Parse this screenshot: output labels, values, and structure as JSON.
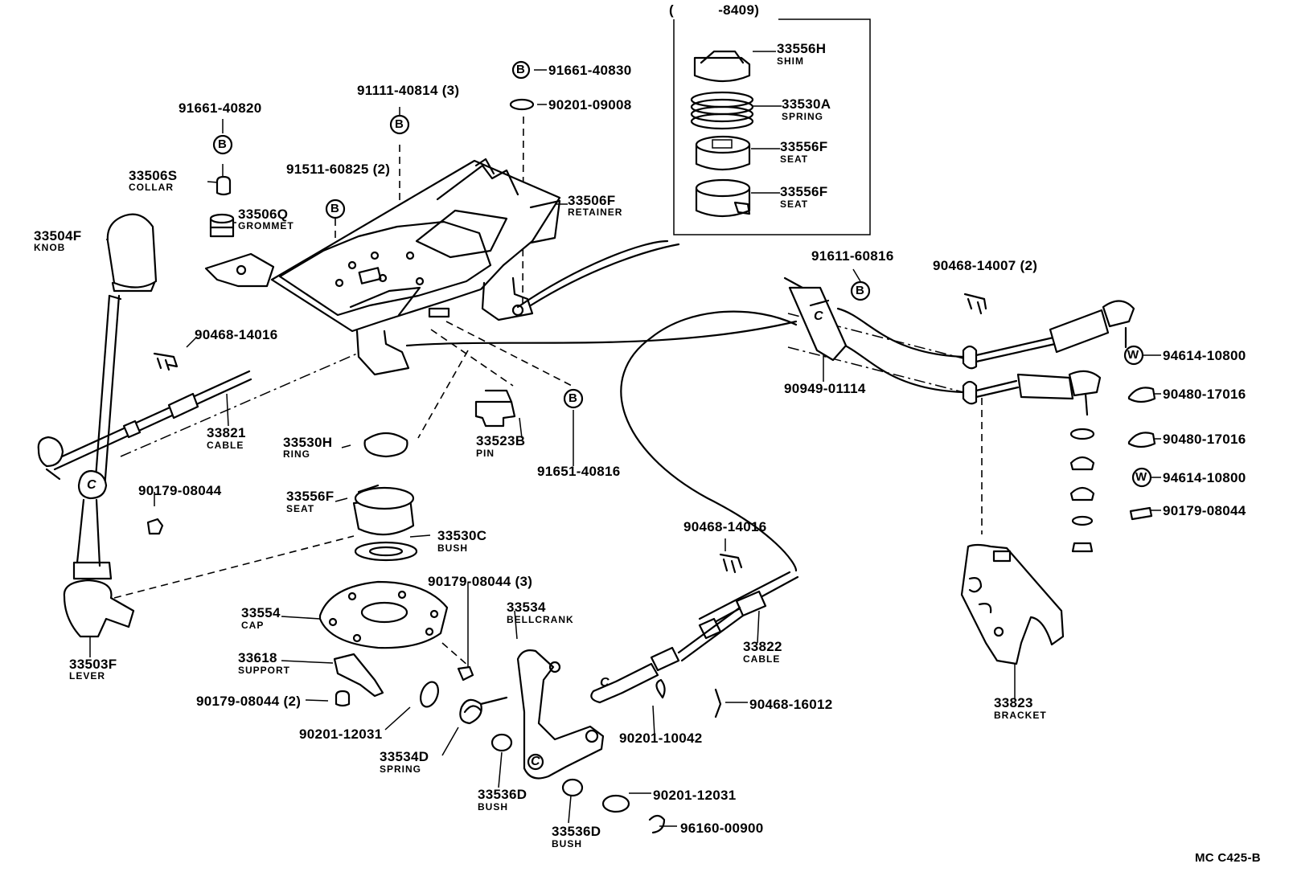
{
  "inset": {
    "header": "(           -8409)",
    "parts": [
      {
        "number": "33556H",
        "name": "SHIM"
      },
      {
        "number": "33530A",
        "name": "SPRING"
      },
      {
        "number": "33556F",
        "name": "SEAT"
      },
      {
        "number": "33556F",
        "name": "SEAT"
      }
    ]
  },
  "labels": {
    "p91661_40830": "91661-40830",
    "p90201_09008": "90201-09008",
    "p91111_40814": "91111-40814 (3)",
    "p91661_40820": "91661-40820",
    "p91511_60825": "91511-60825 (2)",
    "p33506S": "33506S",
    "n_collar": "COLLAR",
    "p33506Q": "33506Q",
    "n_grommet": "GROMMET",
    "p33504F": "33504F",
    "n_knob": "KNOB",
    "p33506F": "33506F",
    "n_retainer": "RETAINER",
    "p90468_14016a": "90468-14016",
    "p33821": "33821",
    "n_cable1": "CABLE",
    "p33530H": "33530H",
    "n_ring": "RING",
    "p33523B": "33523B",
    "n_pin": "PIN",
    "p91651_40816": "91651-40816",
    "p90179_08044a": "90179-08044",
    "p33556F": "33556F",
    "n_seat": "SEAT",
    "p33530C": "33530C",
    "n_bush1": "BUSH",
    "p33503F": "33503F",
    "n_lever": "LEVER",
    "p90179_08044_3": "90179-08044 (3)",
    "p33554": "33554",
    "n_cap": "CAP",
    "p33534": "33534",
    "n_bellcrank": "BELLCRANK",
    "p33618": "33618",
    "n_support": "SUPPORT",
    "p90179_08044_2": "90179-08044 (2)",
    "p90201_12031a": "90201-12031",
    "p33534D": "33534D",
    "n_spring": "SPRING",
    "p33536D_a": "33536D",
    "n_bush2": "BUSH",
    "p33536D_b": "33536D",
    "n_bush3": "BUSH",
    "p90468_14016b": "90468-14016",
    "p33822": "33822",
    "n_cable2": "CABLE",
    "p90201_10042": "90201-10042",
    "p90468_16012": "90468-16012",
    "p90201_12031b": "90201-12031",
    "p96160_00900": "96160-00900",
    "p91611_60816": "91611-60816",
    "p90949_01114": "90949-01114",
    "p90468_14007": "90468-14007 (2)",
    "p94614_10800a": "94614-10800",
    "p90480_17016a": "90480-17016",
    "p90480_17016b": "90480-17016",
    "p94614_10800b": "94614-10800",
    "p90179_08044b": "90179-08044",
    "p33823": "33823",
    "n_bracket": "BRACKET",
    "code": "MC  C425-B"
  },
  "symbols": {
    "bolt_letter": "B",
    "washer_letter": "W",
    "clip_letter": "C"
  }
}
